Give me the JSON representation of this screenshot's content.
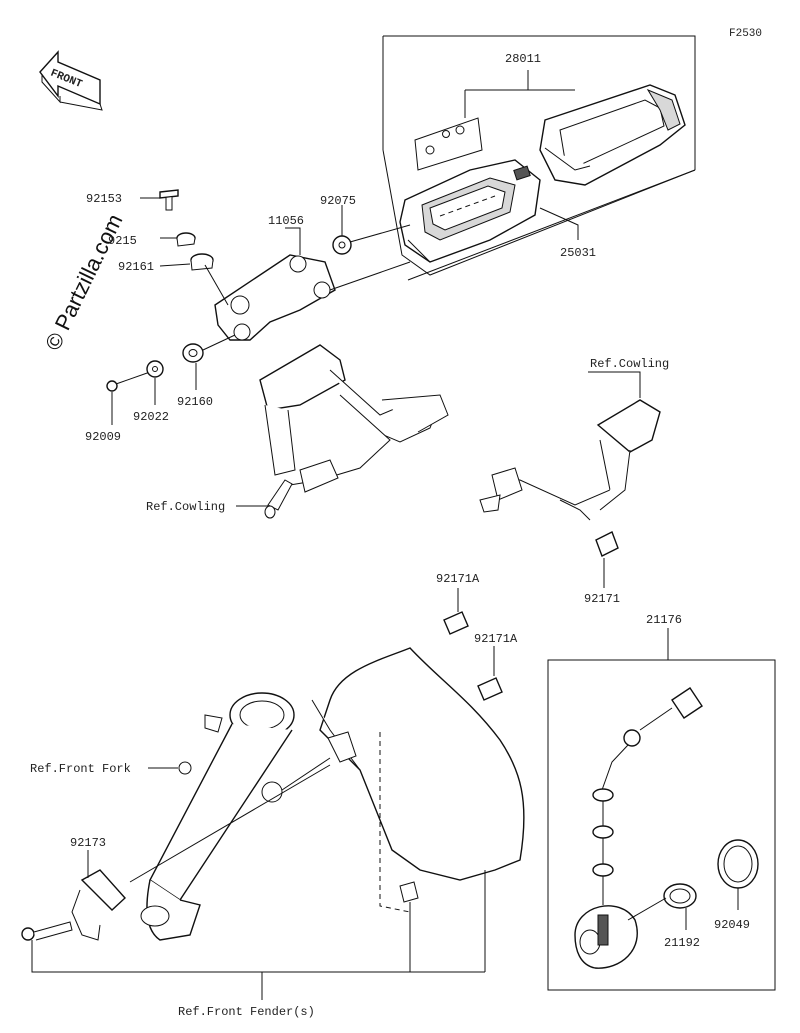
{
  "figure_id": "F2530",
  "watermark": "© Partzilla.com",
  "front_label": "FRONT",
  "parts": {
    "p28011": "28011",
    "p25031": "25031",
    "p92153": "92153",
    "p92153b": "9215",
    "p92161": "92161",
    "p11056": "11056",
    "p92075": "92075",
    "p92022": "92022",
    "p92160": "92160",
    "p92009": "92009",
    "p92171A_1": "92171A",
    "p92171A_2": "92171A",
    "p92171": "92171",
    "p21176": "21176",
    "p92173": "92173",
    "p21192": "21192",
    "p92049": "92049"
  },
  "refs": {
    "cowling_left": "Ref.Cowling",
    "cowling_right": "Ref.Cowling",
    "front_fork": "Ref.Front Fork",
    "front_fender": "Ref.Front Fender(s)"
  }
}
